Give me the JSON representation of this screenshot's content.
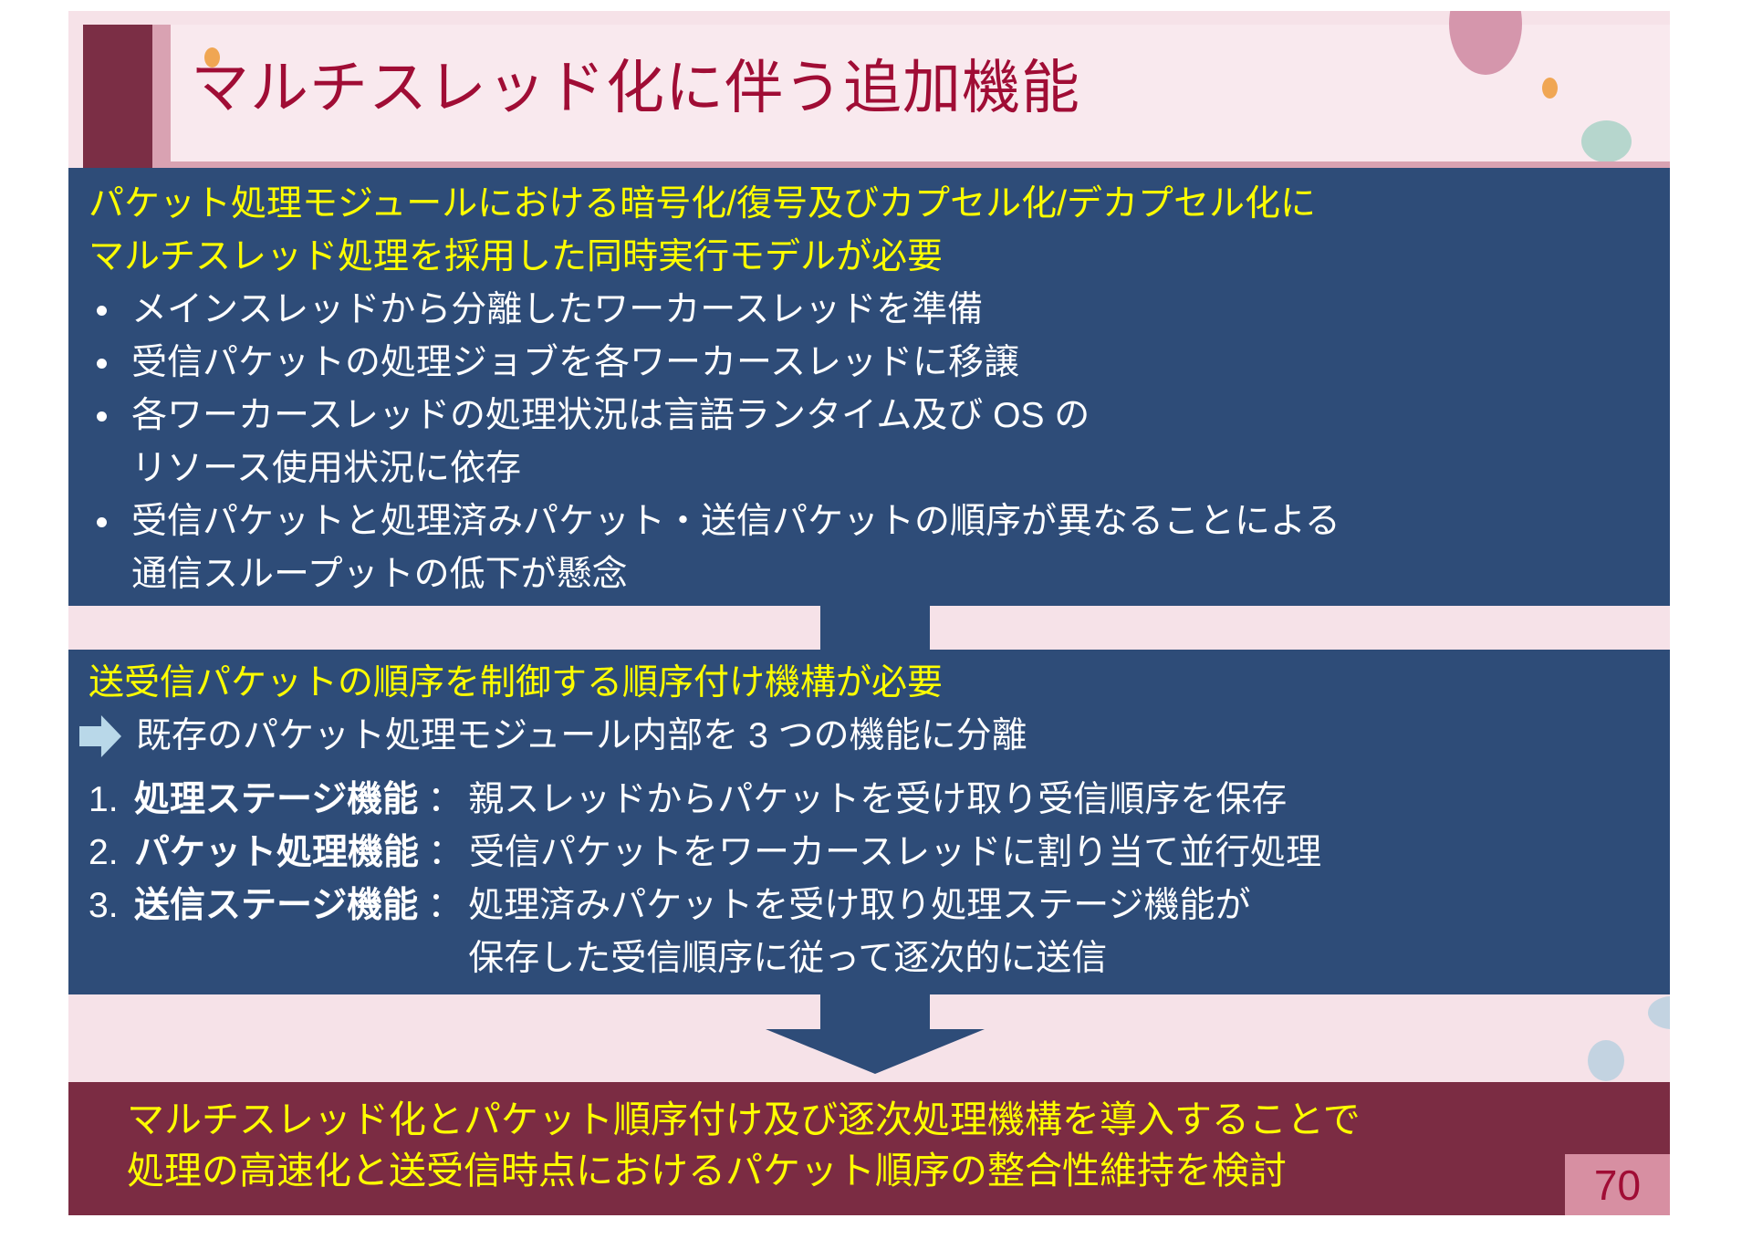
{
  "slide": {
    "header": {
      "title": "マルチスレッド化に伴う追加機能"
    },
    "box1": {
      "intro_lines": [
        "パケット処理モジュールにおける暗号化/復号及びカプセル化/デカプセル化に",
        "マルチスレッド処理を採用した同時実行モデルが必要"
      ],
      "bullets": [
        {
          "lines": [
            "メインスレッドから分離したワーカースレッドを準備"
          ]
        },
        {
          "lines": [
            "受信パケットの処理ジョブを各ワーカースレッドに移譲"
          ]
        },
        {
          "lines": [
            "各ワーカースレッドの処理状況は言語ランタイム及び OS の",
            "リソース使用状況に依存"
          ]
        },
        {
          "lines": [
            "受信パケットと処理済みパケット・送信パケットの順序が異なることによる",
            "通信スループットの低下が懸念"
          ]
        }
      ]
    },
    "box2": {
      "heading": "送受信パケットの順序を制御する順序付け機構が必要",
      "branch_note": "既存のパケット処理モジュール内部を 3 つの機能に分離",
      "items": [
        {
          "num": "1.",
          "term": "処理ステージ機能",
          "colon": "：",
          "desc_lines": [
            "親スレッドからパケットを受け取り受信順序を保存"
          ]
        },
        {
          "num": "2.",
          "term": "パケット処理機能",
          "colon": "：",
          "desc_lines": [
            "受信パケットをワーカースレッドに割り当て並行処理"
          ]
        },
        {
          "num": "3.",
          "term": "送信ステージ機能",
          "colon": "：",
          "desc_lines": [
            "処理済みパケットを受け取り処理ステージ機能が",
            "保存した受信順序に従って逐次的に送信"
          ]
        }
      ]
    },
    "conclusion": {
      "lines": [
        "マルチスレッド化とパケット順序付け及び逐次処理機構を導入することで",
        "処理の高速化と送受信時点におけるパケット順序の整合性維持を検討"
      ]
    },
    "page_number": "70",
    "colors": {
      "slide_pink": "#f6e2e8",
      "header_band_pink": "#f9e9ee",
      "header_maroon": "#7b2e45",
      "stripe_pink": "#d9a2b2",
      "title_crimson": "#a00d35",
      "box_blue": "#2e4c78",
      "accent_yellow": "#ffff00",
      "body_white": "#ffffff",
      "branch_arrow_blue": "#b9d8e9",
      "conclusion_maroon": "#7b2c43",
      "badge_pink": "#d78fa2",
      "deco_orange": "#f0a653",
      "deco_teal": "#b6d6cd",
      "deco_blue": "#c3d3e1",
      "deco_rose": "#d596ac"
    }
  }
}
